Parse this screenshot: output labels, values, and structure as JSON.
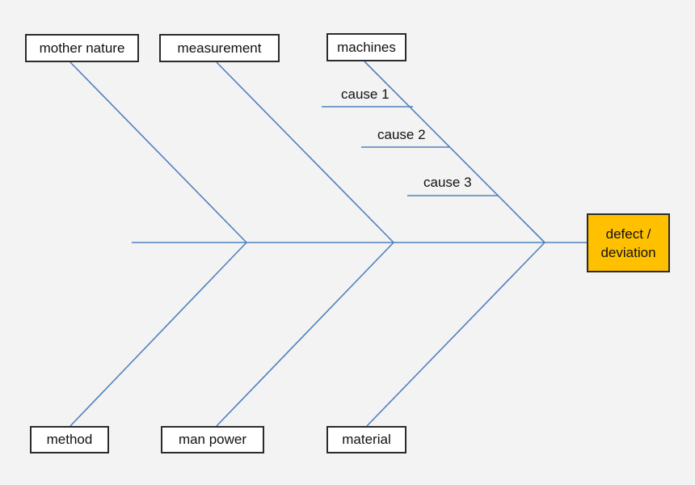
{
  "diagram": {
    "type": "fishbone",
    "line_color": "#4f81bd",
    "effect": {
      "line1": "defect /",
      "line2": "deviation",
      "fill_color": "#ffc000"
    },
    "categories": {
      "top_left": "mother nature",
      "top_middle": "measurement",
      "top_right": "machines",
      "bottom_left": "method",
      "bottom_middle": "man power",
      "bottom_right": "material"
    },
    "causes": [
      "cause 1",
      "cause 2",
      "cause 3"
    ]
  }
}
